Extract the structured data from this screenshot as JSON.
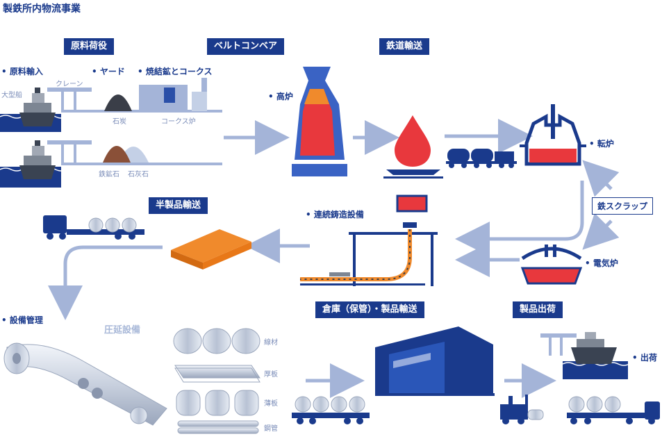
{
  "title": "製鉄所内物流事業",
  "stages": {
    "raw_handling": "原料荷役",
    "belt_conveyor": "ベルトコンベア",
    "rail": "鉄道輸送",
    "semi_product": "半製品輸送",
    "warehouse": "倉庫（保管）・製品輸送",
    "shipping": "製品出荷"
  },
  "labels": {
    "raw_import": "• 原料輸入",
    "yard": "• ヤード",
    "sinter_coke": "• 焼結鉱とコークス",
    "blast_furnace": "• 高炉",
    "converter": "• 転炉",
    "scrap": "鉄スクラップ",
    "electric_furnace": "• 電気炉",
    "continuous_casting": "• 連続鋳造設備",
    "equipment_mgmt": "• 設備管理",
    "rolling": "圧延設備",
    "ship_out": "• 出荷"
  },
  "small_labels": {
    "large_ship": "大型船",
    "crane": "クレーン",
    "coal": "石炭",
    "coke_oven": "コークス炉",
    "iron_ore": "鉄鉱石",
    "limestone": "石灰石",
    "wire": "線材",
    "thick_plate": "厚板",
    "thin_plate": "薄板",
    "steel_pipe": "鋼管"
  },
  "colors": {
    "navy": "#1a3a8c",
    "arrow": "#a4b4d8",
    "molten": "#e8383d",
    "orange": "#f08a2c",
    "water": "#1a3a8c",
    "gray": "#7d8693"
  }
}
